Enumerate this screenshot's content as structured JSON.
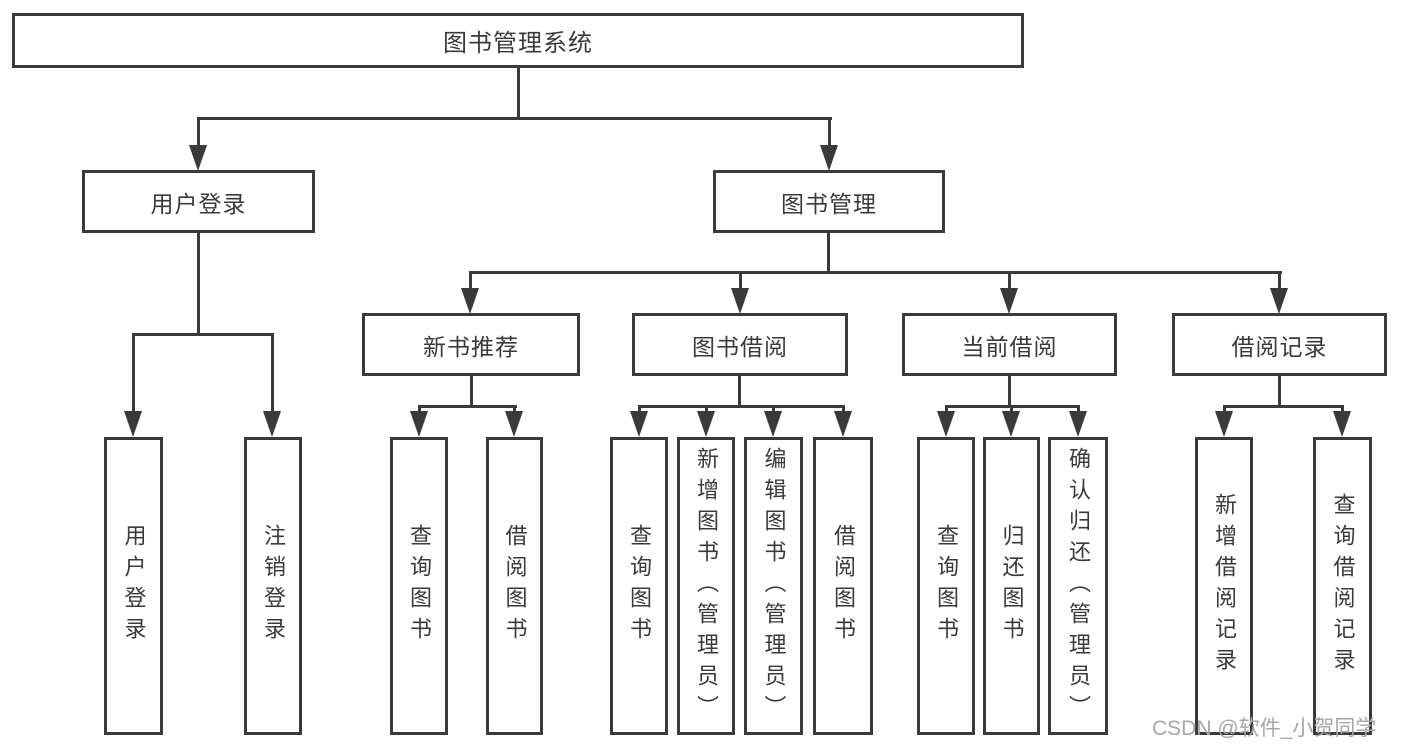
{
  "colors": {
    "line": "#3a3a3a",
    "text": "#3a3a3a",
    "watermark": "#a6a6a6",
    "background": "#ffffff"
  },
  "tree": {
    "root": {
      "label": "图书管理系统"
    },
    "branches": [
      {
        "label": "用户登录",
        "children": [
          "用户登录",
          "注销登录"
        ]
      },
      {
        "label": "图书管理",
        "sections": [
          {
            "label": "新书推荐",
            "children": [
              "查询图书",
              "借阅图书"
            ]
          },
          {
            "label": "图书借阅",
            "children": [
              "查询图书",
              "新增图书（管理员）",
              "编辑图书（管理员）",
              "借阅图书"
            ]
          },
          {
            "label": "当前借阅",
            "children": [
              "查询图书",
              "归还图书",
              "确认归还（管理员）"
            ]
          },
          {
            "label": "借阅记录",
            "children": [
              "新增借阅记录",
              "查询借阅记录"
            ]
          }
        ]
      }
    ]
  },
  "watermark": {
    "text": "CSDN @软件_小贺同学"
  }
}
